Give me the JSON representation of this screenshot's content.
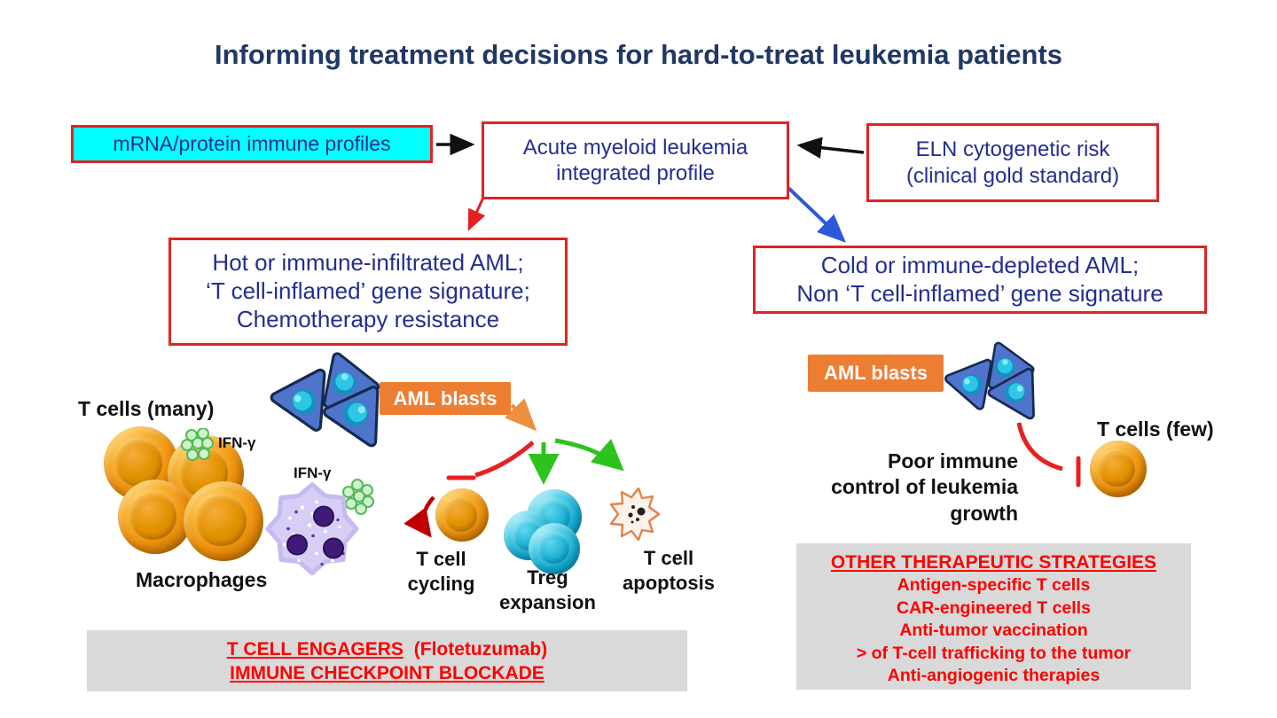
{
  "title": "Informing treatment decisions for hard-to-treat leukemia patients",
  "colors": {
    "title_navy": "#1f3864",
    "box_text_navy": "#242e90",
    "box_border_red": "#e32222",
    "cyan_fill": "#00ffff",
    "orange_label": "#ed7d31",
    "gray_fill": "#d9d9d9",
    "therapy_text_red": "#ff0000",
    "arrow_black": "#111111",
    "arrow_blue": "#2b59d8",
    "arrow_green": "#2ec21e",
    "arrow_orange": "#ec9040",
    "inhibit_red": "#e82020"
  },
  "flow": {
    "mrna_box": {
      "label": "mRNA/protein immune profiles"
    },
    "center_box": {
      "lines": [
        "Acute myeloid leukemia",
        "integrated profile"
      ]
    },
    "eln_box": {
      "lines": [
        "ELN cytogenetic risk",
        "(clinical gold standard)"
      ]
    }
  },
  "branches": {
    "hot": {
      "lines": [
        "Hot or immune-infiltrated AML;",
        "‘T cell-inflamed’ gene signature;",
        "Chemotherapy resistance"
      ]
    },
    "cold": {
      "lines": [
        "Cold or immune-depleted AML;",
        "Non ‘T cell-inflamed’ gene signature"
      ]
    }
  },
  "hot_panel": {
    "t_cells_label": "T cells (many)",
    "ifn_label_1": "IFN-γ",
    "ifn_label_2": "IFN-γ",
    "macrophages_label": "Macrophages",
    "aml_blasts_label": "AML blasts",
    "outcomes": [
      {
        "label_lines": [
          "T cell",
          "cycling"
        ]
      },
      {
        "label_lines": [
          "Treg",
          "expansion"
        ]
      },
      {
        "label_lines": [
          "T cell",
          "apoptosis"
        ]
      }
    ],
    "therapy_box": {
      "line1_underlined": "T CELL ENGAGERS",
      "line1_rest": "(Flotetuzumab)",
      "line2": "IMMUNE CHECKPOINT BLOCKADE"
    }
  },
  "cold_panel": {
    "aml_blasts_label": "AML blasts",
    "t_cells_label": "T cells (few)",
    "poor_immune_lines": [
      "Poor immune",
      "control of leukemia",
      "growth"
    ],
    "therapy_box": {
      "heading": "OTHER THERAPEUTIC STRATEGIES",
      "items": [
        "Antigen-specific T cells",
        "CAR-engineered T cells",
        "Anti-tumor vaccination",
        "> of T-cell trafficking to the tumor",
        "Anti-angiogenic therapies"
      ]
    }
  }
}
